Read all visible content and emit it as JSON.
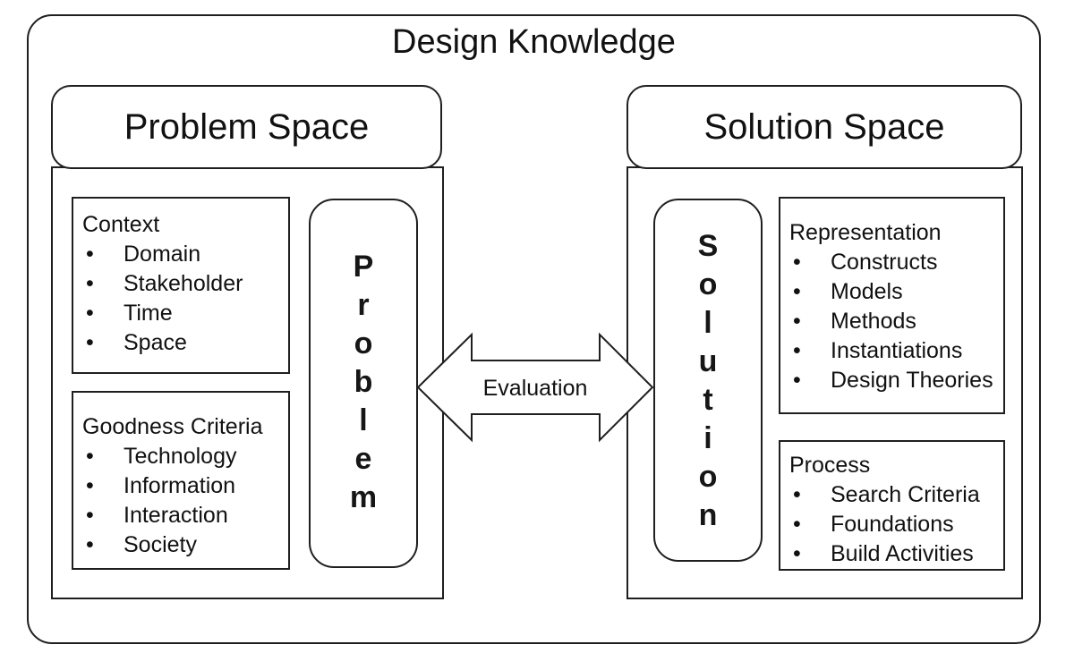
{
  "title": "Design Knowledge",
  "bullet_char": "•",
  "colors": {
    "line": "#1f1f1f",
    "text": "#111111",
    "background": "#ffffff"
  },
  "problem_space": {
    "header": "Problem Space",
    "context": {
      "title": "Context",
      "items": [
        "Domain",
        "Stakeholder",
        "Time",
        "Space"
      ]
    },
    "goodness": {
      "title": "Goodness Criteria",
      "items": [
        "Technology",
        "Information",
        "Interaction",
        "Society"
      ]
    },
    "pill": {
      "word": "Problem",
      "letters": [
        "P",
        "r",
        "o",
        "b",
        "l",
        "e",
        "m"
      ]
    }
  },
  "evaluation": {
    "label": "Evaluation"
  },
  "solution_space": {
    "header": "Solution Space",
    "pill": {
      "word": "Solution",
      "letters": [
        "S",
        "o",
        "l",
        "u",
        "t",
        "i",
        "o",
        "n"
      ]
    },
    "representation": {
      "title": "Representation",
      "items": [
        "Constructs",
        "Models",
        "Methods",
        "Instantiations",
        "Design Theories"
      ]
    },
    "process": {
      "title": "Process",
      "items": [
        "Search Criteria",
        "Foundations",
        "Build Activities"
      ]
    }
  }
}
